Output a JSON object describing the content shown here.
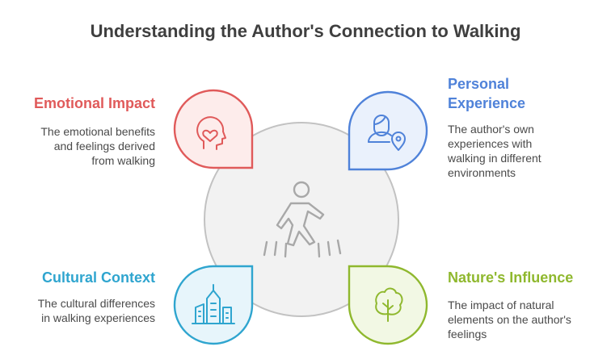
{
  "title": "Understanding the Author's Connection to Walking",
  "sections": {
    "emotional": {
      "heading": "Emotional Impact",
      "desc": [
        "The emotional benefits",
        "and feelings derived",
        "from walking"
      ],
      "color": "#e05a5a",
      "fill": "#fdeceb",
      "icon": "heart-head-icon"
    },
    "personal": {
      "heading": [
        "Personal",
        "Experience"
      ],
      "desc": [
        "The author's own",
        "experiences with",
        "walking in different",
        "environments"
      ],
      "color": "#4f82d9",
      "fill": "#eaf1fc",
      "icon": "person-location-icon"
    },
    "cultural": {
      "heading": "Cultural Context",
      "desc": [
        "The cultural differences",
        "in walking experiences"
      ],
      "color": "#2fa5cf",
      "fill": "#e7f5fb",
      "icon": "city-buildings-icon"
    },
    "nature": {
      "heading": "Nature's Influence",
      "desc": [
        "The impact of natural",
        "elements on the author's",
        "feelings"
      ],
      "color": "#8fb82e",
      "fill": "#f2f8e4",
      "icon": "tree-icon"
    }
  },
  "center": {
    "icon": "walking-person-icon",
    "fill": "#f2f2f2",
    "stroke": "#c2c2c2"
  }
}
